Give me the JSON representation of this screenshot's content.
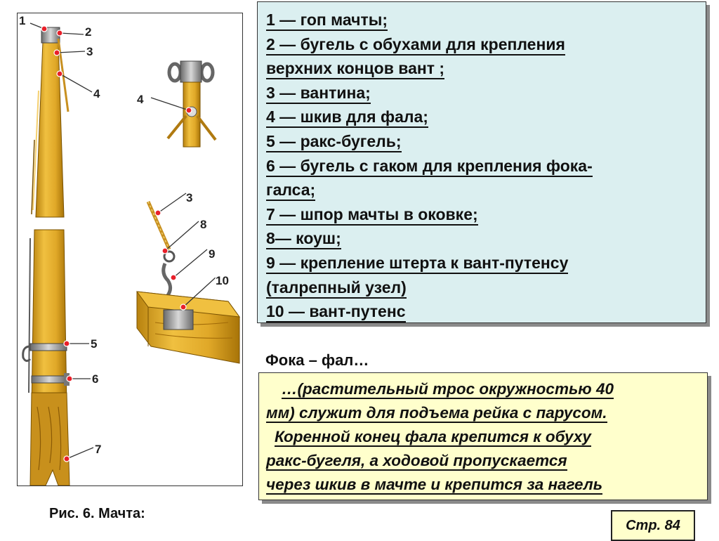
{
  "figure": {
    "callouts": [
      "1",
      "2",
      "3",
      "4",
      "4",
      "3",
      "8",
      "9",
      "10",
      "5",
      "6",
      "7"
    ],
    "caption": "Рис. 6. Мачта:"
  },
  "legend": {
    "lines": [
      "1 — гоп мачты;",
      "2 — бугель с обухами для крепления",
      "верхних концов вант ;",
      "3 — вантина;",
      "4 — шкив для фала;",
      "5 — ракс-бугель;",
      "6 — бугель с гаком для крепления фока-",
      "галса;",
      "7 — шпор мачты в оковке;",
      "8— коуш;",
      "9 — крепление штерта к вант-путенсу",
      "(талрепный узел)",
      "10 — вант-путенс"
    ]
  },
  "foka": {
    "heading": "Фока – фал…"
  },
  "description": {
    "lines": [
      "…(растительный трос окружностью 40",
      "мм) служит для подъема рейка с парусом.",
      "Коренной конец фала крепится к обуху",
      "ракс-бугеля, а ходовой пропускается",
      "через шкив в мачте и крепится за нагель"
    ]
  },
  "page": {
    "label": "Стр. 84"
  },
  "colors": {
    "wood": "#e6b030",
    "wood_dark": "#b07a10",
    "marker": "#e8202a",
    "legend_bg": "#dbeff0",
    "desc_bg": "#ffffcc"
  }
}
